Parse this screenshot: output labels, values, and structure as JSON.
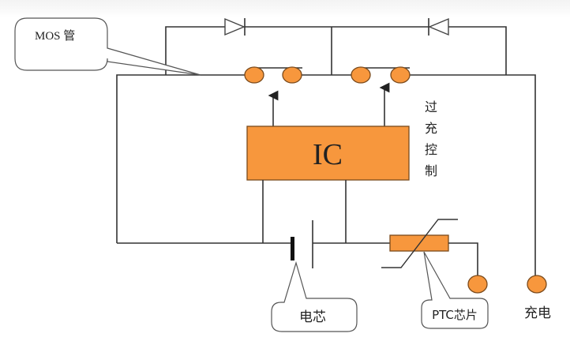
{
  "diagram": {
    "title": "",
    "labels": {
      "mos": "MOS 管",
      "ic": "IC",
      "overcharge_control": [
        "过",
        "充",
        "控",
        "制"
      ],
      "cell": "电芯",
      "ptc": "PTC芯片",
      "charge": "充电"
    },
    "colors": {
      "component_fill": "#f7973d",
      "component_stroke": "#7a4a1c",
      "wire": "#333333"
    },
    "components": [
      {
        "id": "diode-left",
        "type": "diode",
        "direction": "right"
      },
      {
        "id": "diode-right",
        "type": "diode",
        "direction": "left"
      },
      {
        "id": "mos-switch-1",
        "type": "switch-contacts"
      },
      {
        "id": "mos-switch-2",
        "type": "switch-contacts"
      },
      {
        "id": "ic",
        "type": "ic-block"
      },
      {
        "id": "battery-cell",
        "type": "battery"
      },
      {
        "id": "ptc",
        "type": "ptc-thermistor"
      },
      {
        "id": "output-terminal",
        "type": "terminal"
      },
      {
        "id": "charge-terminal",
        "type": "terminal"
      }
    ]
  }
}
